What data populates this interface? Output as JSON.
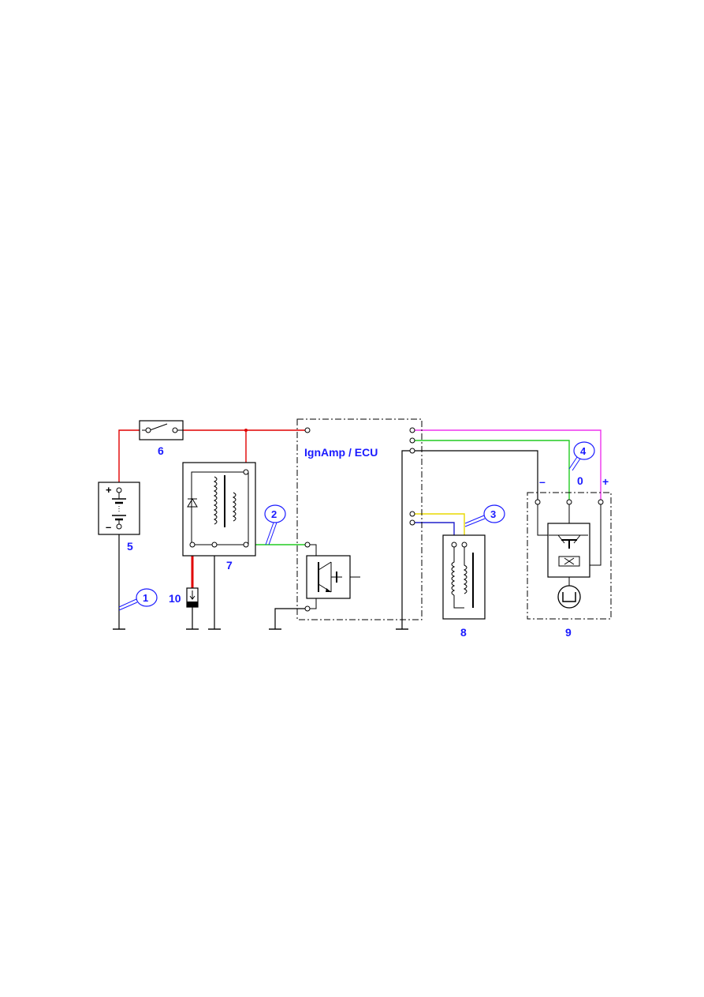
{
  "labels": {
    "battery": "5",
    "switch": "6",
    "relay": "7",
    "fuse": "10",
    "coil": "8",
    "sensor": "9",
    "ecu": "IgnAmp / ECU",
    "sensor_minus": "–",
    "sensor_zero": "0",
    "sensor_plus": "+",
    "battery_plus": "+",
    "battery_minus": "–"
  },
  "callouts": [
    "1",
    "2",
    "3",
    "4"
  ],
  "colors": {
    "red": "#e00000",
    "green": "#22cc22",
    "yellow": "#e8d800",
    "blue": "#2020cc",
    "magenta": "#ee33ee",
    "black": "#000000",
    "label_blue": "#1a1aff"
  }
}
